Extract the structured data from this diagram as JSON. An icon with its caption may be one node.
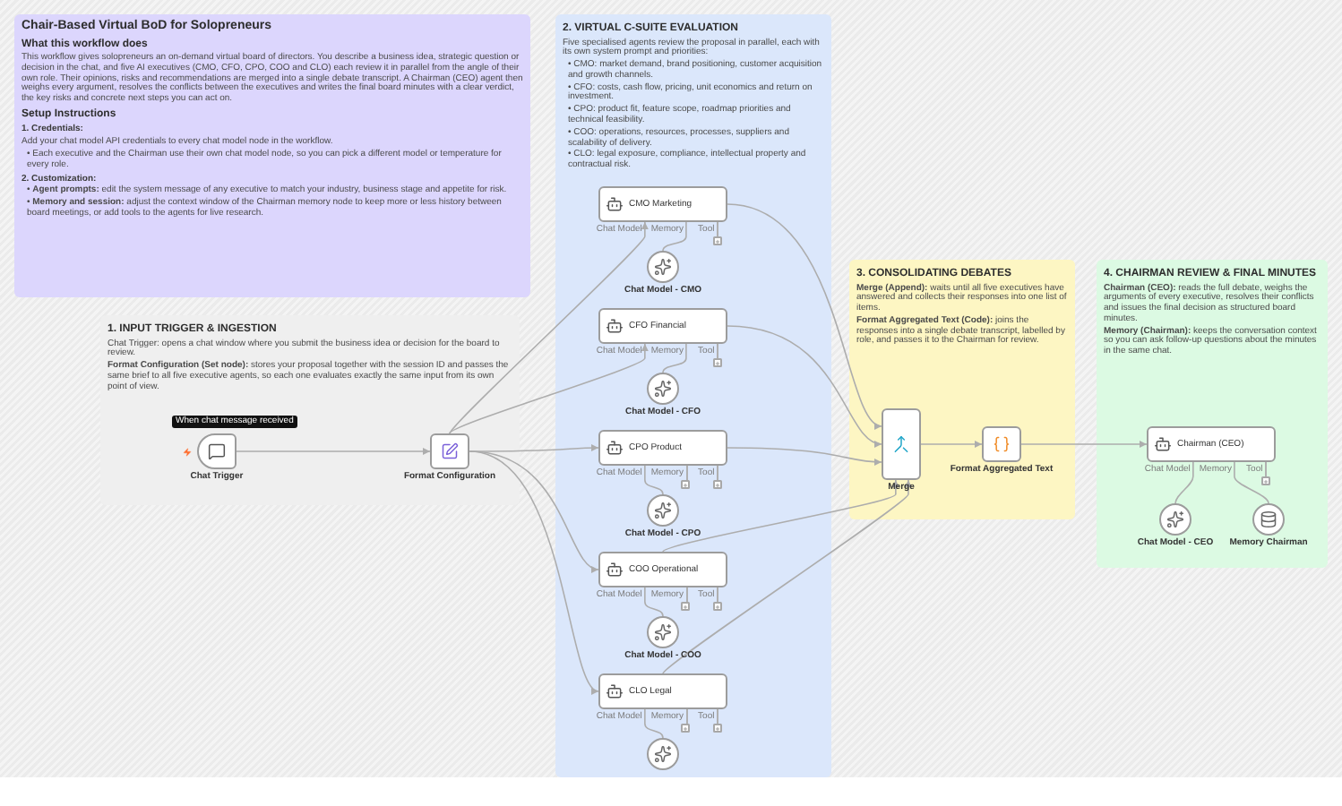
{
  "diagram": {
    "nodes": [
      {
        "text": [
          "Chair-Based Virtual BoD for Solopreneurs",
          "What this workflow does",
          "This workflow gives solopreneurs an on-demand virtual board of directors. You describe a business idea, strategic question or decision in the chat, and five AI executives (CMO, CFO, CPO, COO and CLO) each review it in parallel from the angle of their own role. Their opinions, risks and recommendations are merged into a single debate transcript. A Chairman (CEO) agent then weighs every argument, resolves the conflicts between the executives and writes the final board minutes with a clear verdict, the key risks and concrete next steps you can act on.",
          "Setup Instructions",
          "1. Credentials:",
          "Add your chat model API credentials to every chat model node in the workflow.",
          "• Each executive and the Chairman use their own chat model node, so you can pick a different model or temperature for every role.",
          "2. Customization:",
          "• **Agent prompts:** edit the system message of any executive to match your industry, business stage and appetite for risk.",
          "• **Memory and session:** adjust the context window of the Chairman memory node to keep more or less history between board meetings, or add tools to the agents for live research."
        ]
      },
      {
        "text": [
          "1. INPUT TRIGGER & INGESTION",
          "Chat Trigger: opens a chat window where you submit the business idea or decision for the board to review.",
          "**Format Configuration (Set node):** stores your proposal together with the session ID and passes the same brief to all five executive agents, so each one evaluates exactly the same input from its own point of view."
        ]
      },
      {
        "text": [
          "Chat Trigger"
        ],
        "in": 1,
        "beside": [
          "When chat message received"
        ]
      },
      {
        "text": [
          "Format Configuration"
        ],
        "in": 1
      },
      {
        "text": [
          "2. VIRTUAL C-SUITE EVALUATION",
          "Five specialised agents review the proposal in parallel, each with its own system prompt and priorities:",
          "• CMO: market demand, brand positioning, customer acquisition and growth channels.",
          "• CFO: costs, cash flow, pricing, unit economics and return on investment.",
          "• CPO: product fit, feature scope, roadmap priorities and technical feasibility.",
          "• COO: operations, resources, processes, suppliers and scalability of delivery.",
          "• CLO: legal exposure, compliance, intellectual property and contractual risk."
        ]
      },
      {
        "text": [
          "CMO Marketing"
        ],
        "in": 4,
        "beside": [
          "Chat Model",
          "Memory",
          "Tool"
        ]
      },
      {
        "text": [
          "Chat Model - CMO"
        ],
        "in": 4
      },
      {
        "text": [
          "CFO Financial"
        ],
        "in": 4,
        "beside": [
          "Chat Model",
          "Memory",
          "Tool"
        ]
      },
      {
        "text": [
          "Chat Model - CFO"
        ],
        "in": 4
      },
      {
        "text": [
          "CPO Product"
        ],
        "in": 4,
        "beside": [
          "Chat Model",
          "Memory",
          "Tool"
        ]
      },
      {
        "text": [
          "Chat Model - CPO"
        ],
        "in": 4
      },
      {
        "text": [
          "COO Operational"
        ],
        "in": 4,
        "beside": [
          "Chat Model",
          "Memory",
          "Tool"
        ]
      },
      {
        "text": [
          "Chat Model - COO"
        ],
        "in": 4
      },
      {
        "text": [
          "CLO Legal"
        ],
        "in": 4,
        "beside": [
          "Chat Model",
          "Memory",
          "Tool"
        ]
      },
      {
        "text": [],
        "shape": "circle",
        "in": 4
      },
      {
        "text": [
          "3. CONSOLIDATING DEBATES",
          "**Merge (Append):** waits until all five executives have answered and collects their responses into one list of items.",
          "**Format Aggregated Text (Code):** joins the responses into a single debate transcript, labelled by role, and passes it to the Chairman for review."
        ]
      },
      {
        "text": [
          "Merge"
        ],
        "in": 15
      },
      {
        "text": [
          "Format Aggregated Text"
        ],
        "in": 15
      },
      {
        "text": [
          "4. CHAIRMAN REVIEW & FINAL MINUTES",
          "**Chairman (CEO):** reads the full debate, weighs the arguments of every executive, resolves their conflicts and issues the final decision as structured board minutes.",
          "**Memory (Chairman):** keeps the conversation context so you can ask follow-up questions about the minutes in the same chat."
        ]
      },
      {
        "text": [
          "Chairman (CEO)"
        ],
        "in": 18,
        "beside": [
          "Chat Model",
          "Memory",
          "Tool"
        ]
      },
      {
        "text": [
          "Chat Model - CEO"
        ],
        "in": 18
      },
      {
        "text": [
          "Memory Chairman"
        ],
        "in": 18
      }
    ],
    "edges": [
      {
        "from": 2,
        "to": 3,
        "arrow": "to"
      },
      {
        "from": 3,
        "to": 5,
        "arrow": "to"
      },
      {
        "from": 3,
        "to": 7,
        "arrow": "to"
      },
      {
        "from": 3,
        "to": 9,
        "arrow": "to"
      },
      {
        "from": 3,
        "to": 11,
        "arrow": "to"
      },
      {
        "from": 3,
        "to": 13,
        "arrow": "to"
      },
      {
        "from": 6,
        "to": 5,
        "arrow": "none"
      },
      {
        "from": 8,
        "to": 7,
        "arrow": "none"
      },
      {
        "from": 10,
        "to": 9,
        "arrow": "none"
      },
      {
        "from": 12,
        "to": 11,
        "arrow": "none"
      },
      {
        "from": 14,
        "to": 13,
        "arrow": "none"
      },
      {
        "from": 5,
        "to": 16,
        "arrow": "to"
      },
      {
        "from": 7,
        "to": 16,
        "arrow": "to"
      },
      {
        "from": 9,
        "to": 16,
        "arrow": "to"
      },
      {
        "from": 11,
        "to": 16,
        "arrow": "to"
      },
      {
        "from": 13,
        "to": 16,
        "arrow": "to"
      },
      {
        "from": 16,
        "to": 17,
        "arrow": "to"
      },
      {
        "from": 17,
        "to": 19,
        "arrow": "to"
      },
      {
        "from": 20,
        "to": 19,
        "arrow": "none"
      },
      {
        "from": 21,
        "to": 19,
        "arrow": "none"
      }
    ]
  }
}
